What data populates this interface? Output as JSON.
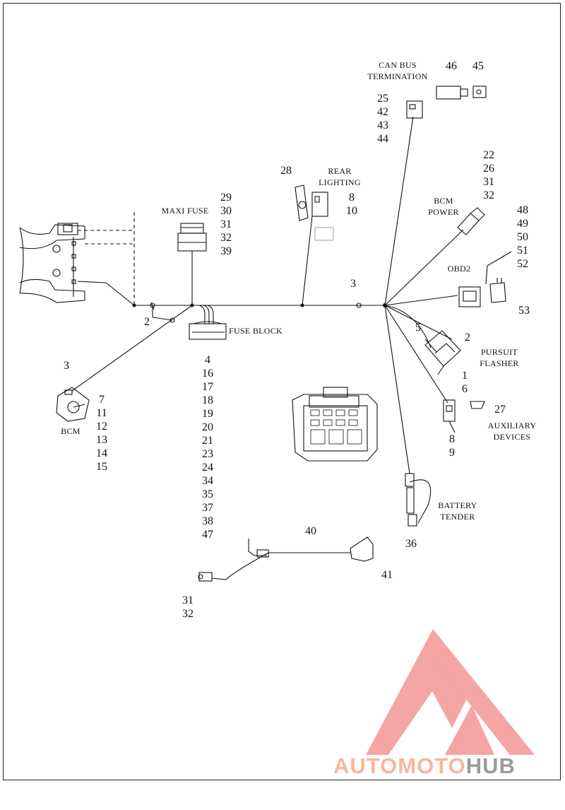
{
  "labels": {
    "can_bus_termination": "CAN BUS\nTERMINATION",
    "rear_lighting": "REAR\nLIGHTING",
    "maxi_fuse": "MAXI FUSE",
    "bcm_power": "BCM\nPOWER",
    "obd2": "OBD2",
    "fuse_block": "FUSE BLOCK",
    "pursuit_flasher": "PURSUIT\nFLASHER",
    "bcm": "BCM",
    "auxiliary_devices": "AUXILIARY\nDEVICES",
    "battery_tender": "BATTERY\nTENDER"
  },
  "callouts": {
    "c46": "46",
    "c45": "45",
    "can_group": "25\n42\n43\n44",
    "c28": "28",
    "rear_group": "8\n10",
    "maxi_group": "29\n30\n31\n32\n39",
    "bcm_power_group": "22\n26\n31\n32",
    "obd_group": "48\n49\n50\n51\n52",
    "c53": "53",
    "c3_main": "3",
    "c2_left": "2",
    "c3_bcm": "3",
    "bcm_group": "7\n11\n12\n13\n14\n15",
    "fuse_group": "4\n16\n17\n18\n19\n20\n21\n23\n24\n34\n35\n37\n38\n47",
    "pf_5": "5",
    "pf_2": "2",
    "pf_group": "1\n6",
    "c27": "27",
    "aux_group": "8\n9",
    "c36": "36",
    "c40": "40",
    "c41": "41",
    "bottom_group": "31\n32"
  },
  "watermark": {
    "part1": "AUTO",
    "part2": "MOTO",
    "part3": "HUB",
    "color_primary": "#f4a07a",
    "color_dark": "#7a7a7a",
    "logo_color": "#f06a6a"
  }
}
